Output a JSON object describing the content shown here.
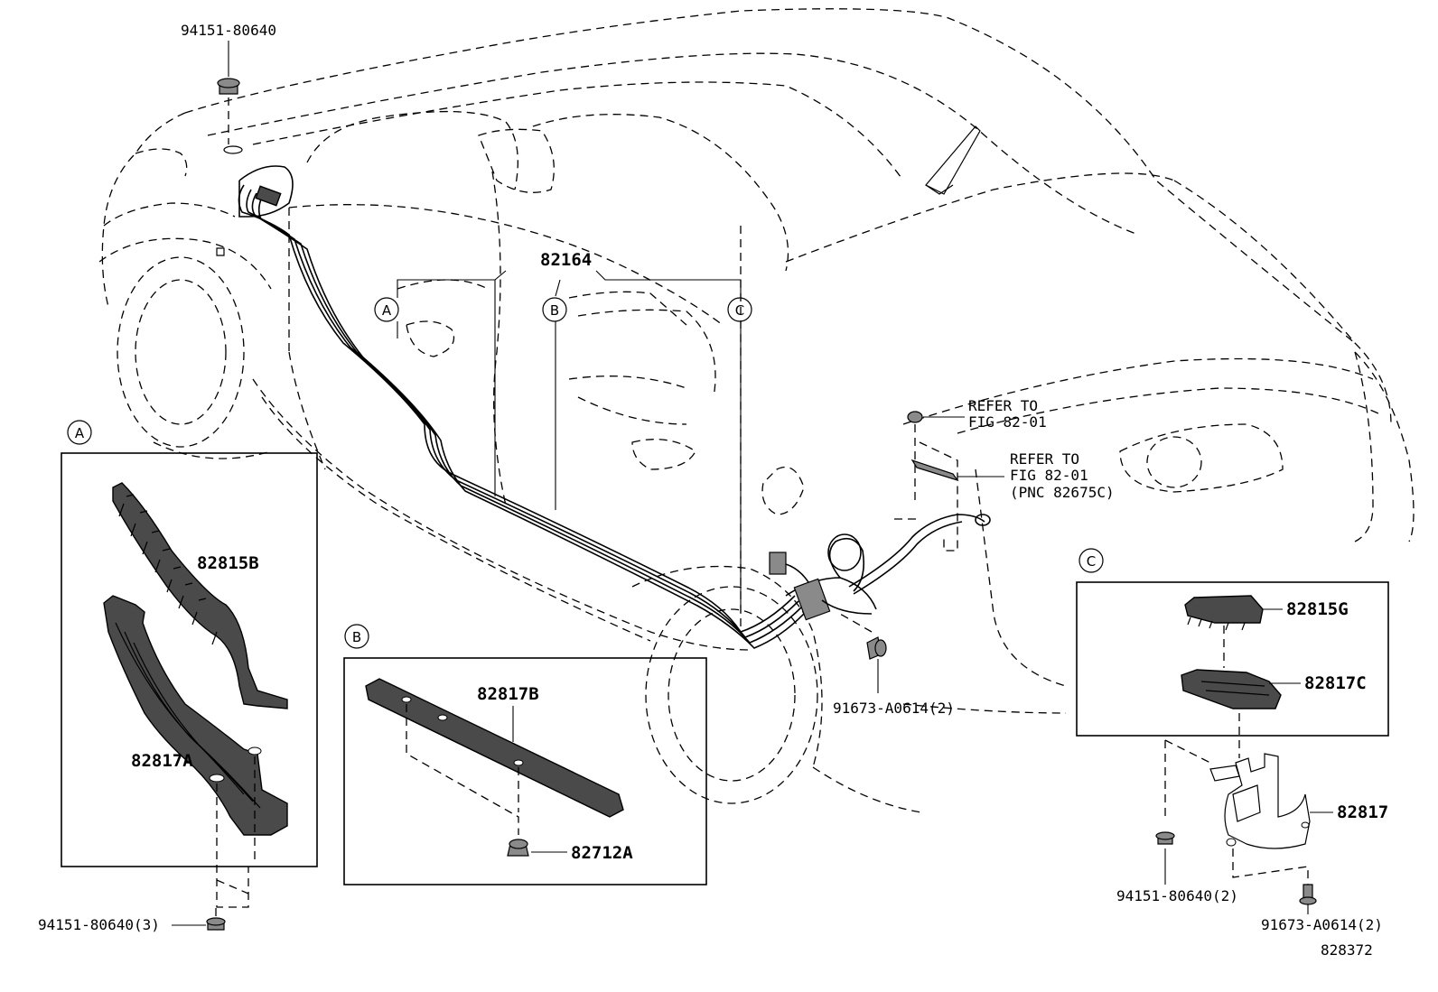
{
  "labels": {
    "top_left_clip": "94151-80640",
    "harness_group": "82164",
    "refer_1_line1": "REFER TO",
    "refer_1_line2": "FIG 82-01",
    "refer_2_line1": "REFER TO",
    "refer_2_line2": "FIG 82-01",
    "refer_2_line3": "(PNC 82675C)",
    "center_bolt": "91673-A0614(2)",
    "protector_b_a": "82815B",
    "protector_a": "82817A",
    "clip_bottom_left": "94151-80640(3)",
    "protector_b": "82817B",
    "clip_b": "82712A",
    "protector_g": "82815G",
    "protector_c": "82817C",
    "bracket": "82817",
    "clip_right": "94151-80640(2)",
    "bolt_right": "91673-A0614(2)",
    "figure_number": "828372"
  },
  "callouts": {
    "a": "A",
    "b": "B",
    "c": "C"
  }
}
